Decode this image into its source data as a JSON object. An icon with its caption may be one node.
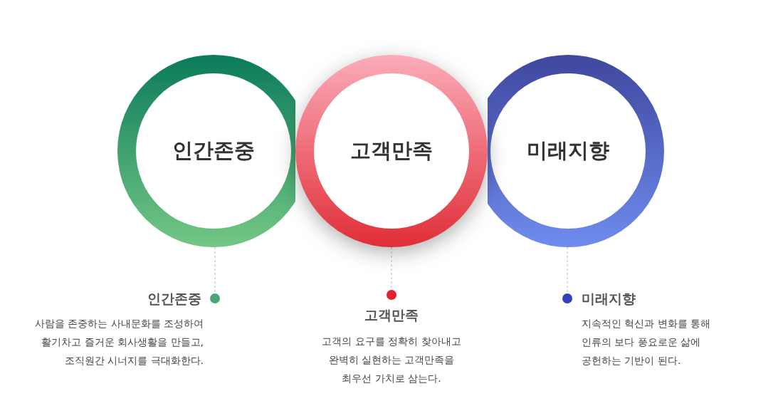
{
  "diagram": {
    "nodes": [
      {
        "text": [
          "인간존중"
        ]
      },
      {
        "text": [
          "고객만족"
        ]
      },
      {
        "text": [
          "미래지향"
        ]
      },
      {
        "text": [],
        "shape": "circle",
        "beside": [
          "인간존중",
          "사람을 존중하는 사내문화를 조성하여 활기차고 즐거운 회사생활을 만들고, 조직원간 시너지를 극대화한다."
        ]
      },
      {
        "text": [],
        "shape": "circle",
        "beside": [
          "고객만족",
          "고객의 요구를 정확히 찾아내고 완벽히 실현하는 고객만족을 최우선 가치로 삼는다."
        ]
      },
      {
        "text": [],
        "shape": "circle",
        "beside": [
          "미래지향",
          "지속적인 혁신과 변화를 통해 인류의 보다 풍요로운 삶에 공헌하는 기반이 된다."
        ]
      }
    ],
    "edges": [
      {
        "from": 0,
        "to": 3,
        "arrow": "none",
        "style": "dashed"
      },
      {
        "from": 1,
        "to": 4,
        "arrow": "none",
        "style": "dashed"
      },
      {
        "from": 2,
        "to": 5,
        "arrow": "none",
        "style": "dashed"
      }
    ]
  }
}
